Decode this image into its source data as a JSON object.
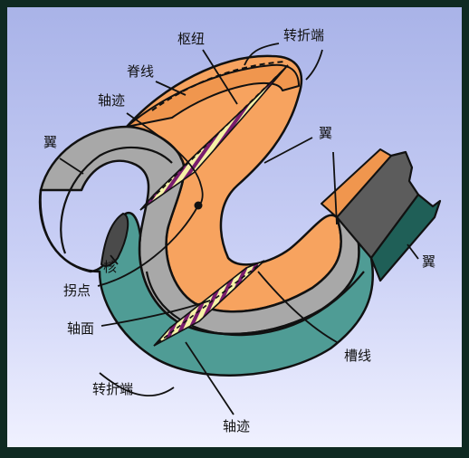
{
  "labels": {
    "hinge_zone": "枢纽",
    "crest_line": "脊线",
    "axial_trace_upper": "轴迹",
    "turning_end_upper": "转折端",
    "limb_left": "翼",
    "limb_center": "翼",
    "limb_right": "翼",
    "core": "核",
    "inflection_point": "拐点",
    "axial_plane": "轴面",
    "trough_line": "槽线",
    "turning_end_lower": "转折端",
    "axial_trace_lower": "轴迹"
  },
  "colors": {
    "frame": "#0f2a22",
    "background_top": "#aeb8ea",
    "background_bottom": "#eef0ff",
    "orange_layer": "#f7a35f",
    "gray_layer": "#a8a8a8",
    "teal_layer": "#4f9c95",
    "dark_gray_layer": "#5c5c5c",
    "dark_teal_layer": "#1f5f57",
    "axial_plane_yellow": "#f4f0a0",
    "axial_plane_purple": "#7a1d6e"
  }
}
